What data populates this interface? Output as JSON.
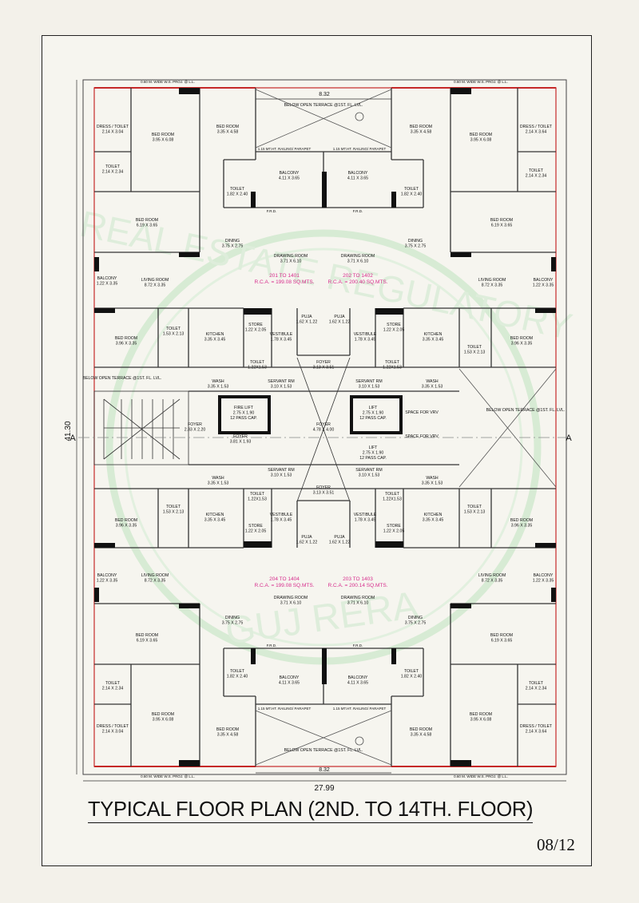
{
  "title": "TYPICAL FLOOR PLAN (2ND. TO 14TH. FLOOR)",
  "sheet_number": "08/12",
  "dimensions": {
    "overall_width": "27.99",
    "overall_depth": "41.30",
    "top_terrace_width": "8.32",
    "bottom_terrace_width": "8.32"
  },
  "grid": {
    "section_left": "A",
    "section_right": "A"
  },
  "watermark": {
    "top": "REAL ESTATE REGULATORY",
    "bottom": "GUJ RERA"
  },
  "units": [
    {
      "name": "201 TO 1401",
      "rca": "R.C.A. = 199.08 SQ.MTS.",
      "color": "#d72c8c"
    },
    {
      "name": "202 TO 1402",
      "rca": "R.C.A. = 200.40 SQ.MTS.",
      "color": "#d72c8c"
    },
    {
      "name": "204 TO 1404",
      "rca": "R.C.A. = 199.08 SQ.MTS.",
      "color": "#d72c8c"
    },
    {
      "name": "203 TO 1403",
      "rca": "R.C.A. = 200.14 SQ.MTS.",
      "color": "#d72c8c"
    }
  ],
  "rooms_top": [
    {
      "name": "DRESS / TOILET",
      "size": "2.14 X 3.04"
    },
    {
      "name": "BED ROOM",
      "size": "3.95 X 6.08"
    },
    {
      "name": "BED ROOM",
      "size": "3.35 X 4.58"
    },
    {
      "name": "BELOW OPEN TERRACE @1ST. FL. LVL.",
      "size": ""
    },
    {
      "name": "BED ROOM",
      "size": "3.35 X 4.58"
    },
    {
      "name": "BED ROOM",
      "size": "3.95 X 6.08"
    },
    {
      "name": "DRESS / TOILET",
      "size": "2.14 X 3.64"
    },
    {
      "name": "TOILET",
      "size": "2.14 X 2.34"
    },
    {
      "name": "BALCONY",
      "size": "4.11 X 3.65"
    },
    {
      "name": "BALCONY",
      "size": "4.11 X 3.65"
    },
    {
      "name": "TOILET",
      "size": "2.14 X 2.34"
    },
    {
      "name": "TOILET",
      "size": "1.82 X 2.40"
    },
    {
      "name": "TOILET",
      "size": "1.82 X 2.40"
    },
    {
      "name": "BED ROOM",
      "size": "6.19 X 3.65"
    },
    {
      "name": "BED ROOM",
      "size": "6.19 X 3.65"
    },
    {
      "name": "DINING",
      "size": "3.75 X 2.75"
    },
    {
      "name": "DINING",
      "size": "3.75 X 2.75"
    },
    {
      "name": "DRAWING ROOM",
      "size": "3.71 X 6.10"
    },
    {
      "name": "DRAWING ROOM",
      "size": "3.71 X 6.10"
    },
    {
      "name": "BALCONY",
      "size": "1.22 X 3.35"
    },
    {
      "name": "LIVING ROOM",
      "size": "8.72 X 3.35"
    },
    {
      "name": "LIVING ROOM",
      "size": "8.72 X 3.35"
    },
    {
      "name": "BALCONY",
      "size": "1.22 X 3.35"
    },
    {
      "name": "PUJA",
      "size": "1.62 X 1.22"
    },
    {
      "name": "PUJA",
      "size": "1.62 X 1.22"
    },
    {
      "name": "STORE",
      "size": "1.22 X 2.05"
    },
    {
      "name": "STORE",
      "size": "1.22 X 2.05"
    },
    {
      "name": "BED ROOM",
      "size": "3.96 X 3.35"
    },
    {
      "name": "TOILET",
      "size": "1.53 X 2.13"
    },
    {
      "name": "KITCHEN",
      "size": "3.35 X 3.45"
    },
    {
      "name": "VESTIBULE",
      "size": "1.78 X 3.45"
    },
    {
      "name": "VESTIBULE",
      "size": "1.78 X 3.45"
    },
    {
      "name": "KITCHEN",
      "size": "3.35 X 3.45"
    },
    {
      "name": "TOILET",
      "size": "1.53 X 2.13"
    },
    {
      "name": "BED ROOM",
      "size": "3.96 X 3.35"
    },
    {
      "name": "TOILET",
      "size": "1.22X1.53"
    },
    {
      "name": "TOILET",
      "size": "1.22X1.53"
    },
    {
      "name": "FOYER",
      "size": "3.13 X 3.51"
    },
    {
      "name": "WASH",
      "size": "3.35 X 1.53"
    },
    {
      "name": "SERVANT RM",
      "size": "3.10 X 1.53"
    },
    {
      "name": "SERVANT RM",
      "size": "3.10 X 1.53"
    },
    {
      "name": "WASH",
      "size": "3.35 X 1.53"
    }
  ],
  "core": [
    {
      "name": "FOYER",
      "size": "2.33 X 2.20"
    },
    {
      "name": "FIRE LIFT",
      "size": "2.75 X 1.90"
    },
    {
      "name": "12 PASS CAP.",
      "size": ""
    },
    {
      "name": "FOYER",
      "size": "3.81 X 1.93"
    },
    {
      "name": "FOYER",
      "size": "4.78 X 4.00"
    },
    {
      "name": "LIFT",
      "size": "2.75 X 1.90"
    },
    {
      "name": "12 PASS CAP.",
      "size": ""
    },
    {
      "name": "LIFT",
      "size": "2.75 X 1.90"
    },
    {
      "name": "12 PASS CAP.",
      "size": ""
    },
    {
      "name": "SPACE FOR VRV",
      "size": ""
    },
    {
      "name": "SPACE FOR VRV",
      "size": ""
    },
    {
      "name": "BELOW OPEN TERRACE @1ST. FL. LVL.",
      "size": ""
    },
    {
      "name": "BELOW OPEN TERRACE @1ST. FL. LVL.",
      "size": ""
    }
  ],
  "rooms_bottom": [
    {
      "name": "WASH",
      "size": "3.35 X 1.53"
    },
    {
      "name": "SERVANT RM",
      "size": "3.10 X 1.53"
    },
    {
      "name": "FOYER",
      "size": "3.13 X 3.51"
    },
    {
      "name": "SERVANT RM",
      "size": "3.10 X 1.53"
    },
    {
      "name": "WASH",
      "size": "3.35 X 1.53"
    },
    {
      "name": "TOILET",
      "size": "1.22X1.53"
    },
    {
      "name": "TOILET",
      "size": "1.22X1.53"
    },
    {
      "name": "BED ROOM",
      "size": "3.96 X 3.35"
    },
    {
      "name": "TOILET",
      "size": "1.53 X 2.13"
    },
    {
      "name": "KITCHEN",
      "size": "3.35 X 3.45"
    },
    {
      "name": "VESTIBULE",
      "size": "1.78 X 3.45"
    },
    {
      "name": "VESTIBULE",
      "size": "1.78 X 3.45"
    },
    {
      "name": "KITCHEN",
      "size": "3.35 X 3.45"
    },
    {
      "name": "TOILET",
      "size": "1.53 X 2.13"
    },
    {
      "name": "BED ROOM",
      "size": "3.96 X 3.35"
    },
    {
      "name": "STORE",
      "size": "1.22 X 2.05"
    },
    {
      "name": "STORE",
      "size": "1.22 X 2.05"
    },
    {
      "name": "PUJA",
      "size": "1.62 X 1.22"
    },
    {
      "name": "PUJA",
      "size": "1.62 X 1.22"
    },
    {
      "name": "BALCONY",
      "size": "1.22 X 3.35"
    },
    {
      "name": "LIVING ROOM",
      "size": "8.72 X 3.35"
    },
    {
      "name": "LIVING ROOM",
      "size": "8.72 X 3.35"
    },
    {
      "name": "BALCONY",
      "size": "1.22 X 3.35"
    },
    {
      "name": "DRAWING ROOM",
      "size": "3.71 X 6.10"
    },
    {
      "name": "DRAWING ROOM",
      "size": "3.71 X 6.10"
    },
    {
      "name": "DINING",
      "size": "3.75 X 2.75"
    },
    {
      "name": "DINING",
      "size": "3.75 X 2.75"
    },
    {
      "name": "BED ROOM",
      "size": "6.19 X 3.65"
    },
    {
      "name": "BED ROOM",
      "size": "6.19 X 3.65"
    },
    {
      "name": "TOILET",
      "size": "1.82 X 2.40"
    },
    {
      "name": "TOILET",
      "size": "1.82 X 2.40"
    },
    {
      "name": "BALCONY",
      "size": "4.11 X 3.65"
    },
    {
      "name": "BALCONY",
      "size": "4.11 X 3.65"
    },
    {
      "name": "TOILET",
      "size": "2.14 X 2.34"
    },
    {
      "name": "TOILET",
      "size": "2.14 X 2.34"
    },
    {
      "name": "BED ROOM",
      "size": "3.95 X 6.08"
    },
    {
      "name": "BED ROOM",
      "size": "3.35 X 4.58"
    },
    {
      "name": "BELOW OPEN TERRACE @1ST. FL. LVL.",
      "size": ""
    },
    {
      "name": "BED ROOM",
      "size": "3.35 X 4.58"
    },
    {
      "name": "BED ROOM",
      "size": "3.95 X 6.08"
    },
    {
      "name": "DRESS / TOILET",
      "size": "2.14 X 3.04"
    },
    {
      "name": "DRESS / TOILET",
      "size": "2.14 X 3.64"
    }
  ],
  "notes": {
    "railing": "1.15 MT.HT. RAILING/ PARAPET",
    "projection": "0.60 M. WIDE W.S. PROJ. @ L.L.",
    "frp": "F.R.D."
  }
}
